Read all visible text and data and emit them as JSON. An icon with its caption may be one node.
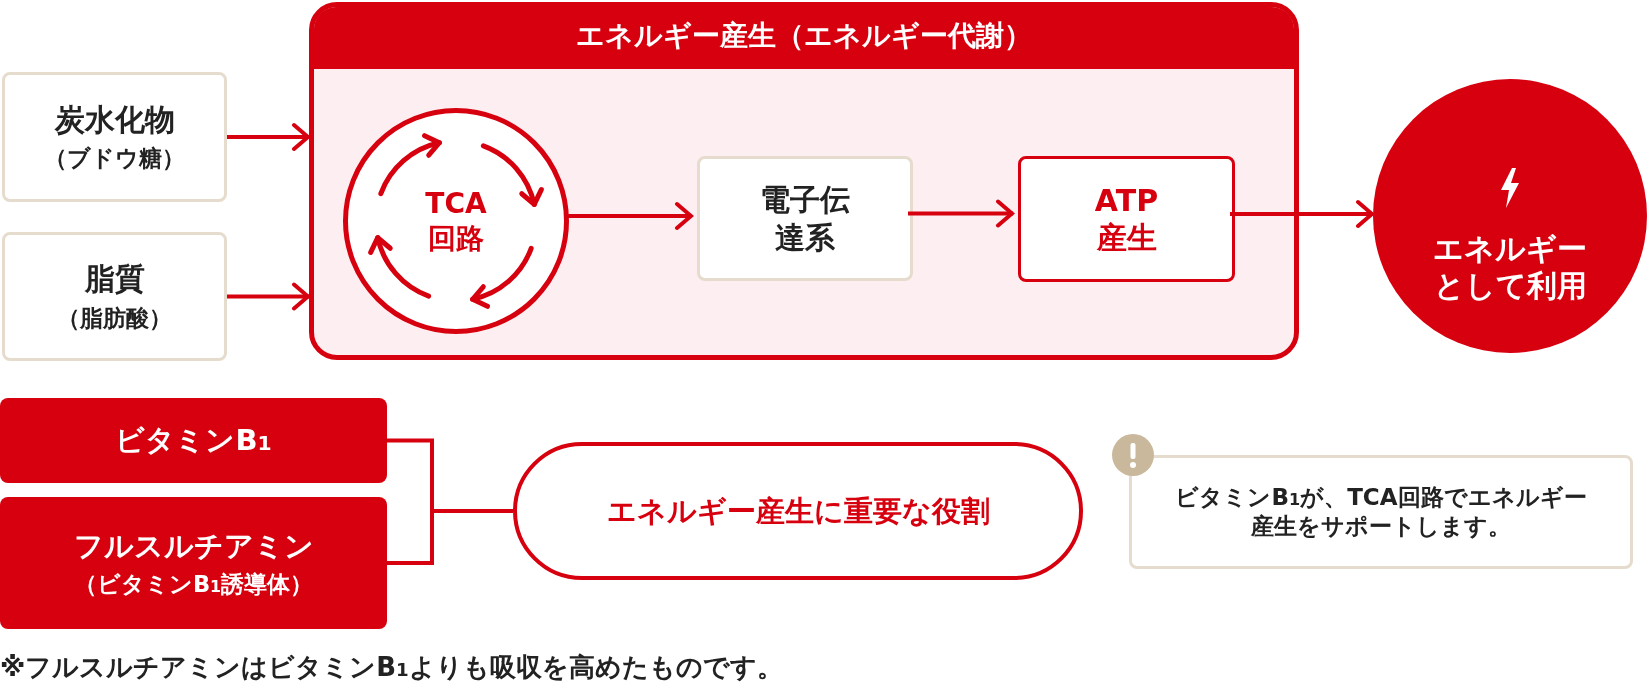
{
  "diagram": {
    "nodes": [
      {
        "text": [
          "炭水化物",
          "（ブドウ糖）"
        ]
      },
      {
        "text": [
          "脂質",
          "（脂肪酸）"
        ]
      },
      {
        "text": [
          "エネルギー産生（エネルギー代謝）"
        ]
      },
      {
        "text": [
          "TCA回路"
        ],
        "in": 2
      },
      {
        "text": [
          "電子伝達系"
        ],
        "in": 2
      },
      {
        "text": [
          "ATP産生"
        ],
        "in": 2
      },
      {
        "text": [
          "エネルギーとして利用"
        ]
      },
      {
        "text": [
          "ビタミンB$_{1}$"
        ]
      },
      {
        "text": [
          "フルスルチアミン",
          "（ビタミンB$_{1}$誘導体）"
        ]
      },
      {
        "text": [
          "エネルギー産生に重要な役割"
        ]
      },
      {
        "text": [
          "ビタミンB$_{1}$が、TCA回路でエネルギー産生をサポートします。"
        ]
      }
    ],
    "edges": [
      {
        "from": 0,
        "to": 2,
        "arrow": "to"
      },
      {
        "from": 1,
        "to": 2,
        "arrow": "to"
      },
      {
        "from": 3,
        "to": 4,
        "arrow": "to"
      },
      {
        "from": 4,
        "to": 5,
        "arrow": "to"
      },
      {
        "from": 5,
        "to": 6,
        "arrow": "to"
      },
      {
        "from": 7,
        "to": 9,
        "arrow": "none"
      },
      {
        "from": 8,
        "to": 9,
        "arrow": "none"
      }
    ],
    "labels": [
      "※フルスルチアミンはビタミンB$_{1}$よりも吸収を高めたものです。"
    ]
  }
}
